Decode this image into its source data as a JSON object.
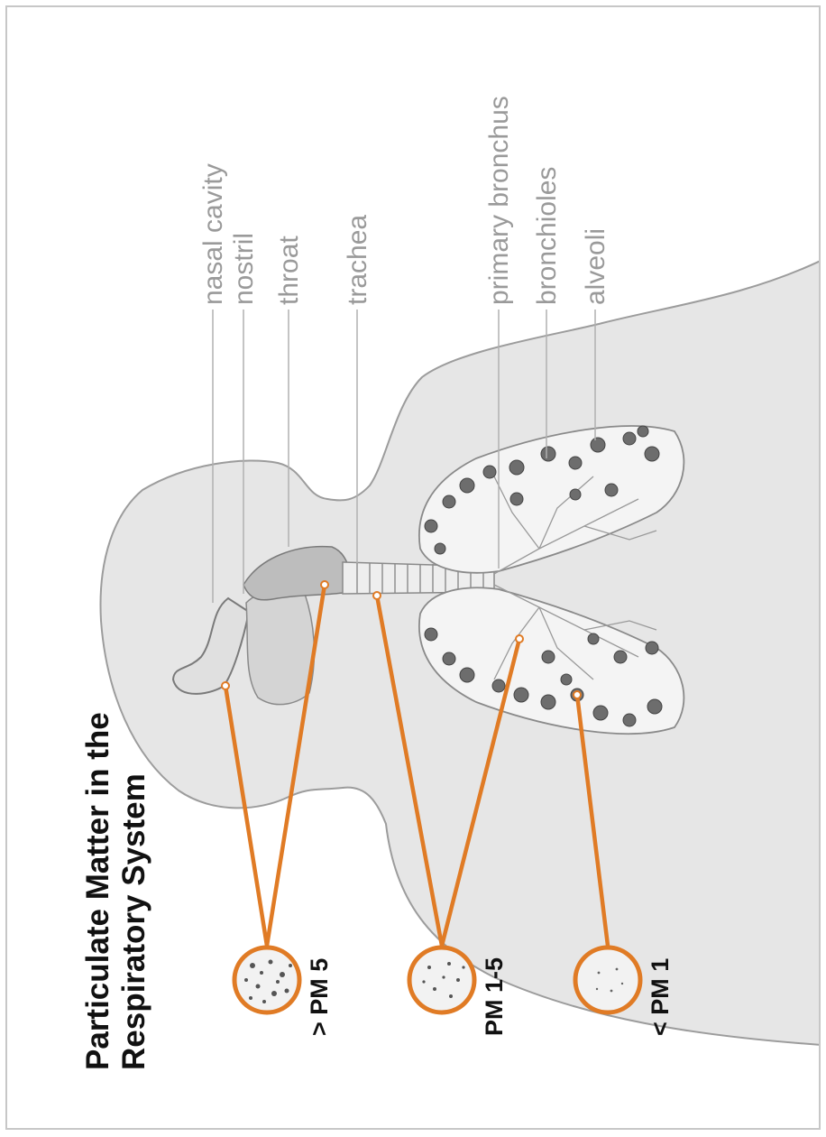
{
  "title": {
    "line1": "Particulate Matter in the",
    "line2": "Respiratory System"
  },
  "labels": {
    "nasal_cavity": "nasal cavity",
    "nostril": "nostril",
    "throat": "throat",
    "trachea": "trachea",
    "primary_bronchus": "primary bronchus",
    "bronchioles": "bronchioles",
    "alveoli": "alveoli"
  },
  "particle_sizes": {
    "large": "> PM 5",
    "medium": "PM 1-5",
    "small": "< PM 1"
  },
  "colors": {
    "accent": "#e07b25",
    "body": "#e6e6e6",
    "outline": "#9c9c9c",
    "label": "#9a9a9a",
    "particle": "#555555"
  }
}
